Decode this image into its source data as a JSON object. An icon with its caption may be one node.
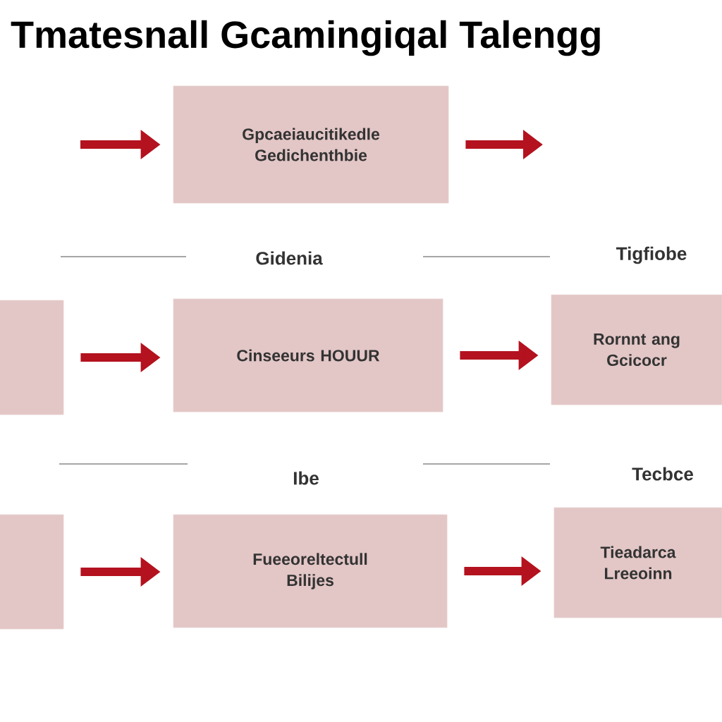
{
  "diagram": {
    "title": "Tmatesnall Gcamingiqal Talengg",
    "nodes": [
      {
        "text": [
          "Gpcaeiaucitikedle Gedichenthbie"
        ]
      },
      {
        "text": [],
        "shape": "box"
      },
      {
        "text": [
          "Cinseeurs HOUUR"
        ]
      },
      {
        "text": [
          "Rornnt ang Gcicocr"
        ]
      },
      {
        "text": [],
        "shape": "box"
      },
      {
        "text": [
          "Fueeoreltectull Bilijes"
        ]
      },
      {
        "text": [
          "Tieadarca Lreeoinn"
        ]
      }
    ],
    "edges": [
      {
        "from": null,
        "to": 0,
        "arrow": "to"
      },
      {
        "from": 0,
        "to": null,
        "arrow": "to"
      },
      {
        "from": 1,
        "to": 2,
        "arrow": "to"
      },
      {
        "from": 2,
        "to": 3,
        "arrow": "to"
      },
      {
        "from": 4,
        "to": 5,
        "arrow": "to"
      },
      {
        "from": 5,
        "to": 6,
        "arrow": "to"
      }
    ],
    "labels": [
      "Gidenia",
      "Tigfiobe",
      "Ibe",
      "Tecbce"
    ]
  }
}
